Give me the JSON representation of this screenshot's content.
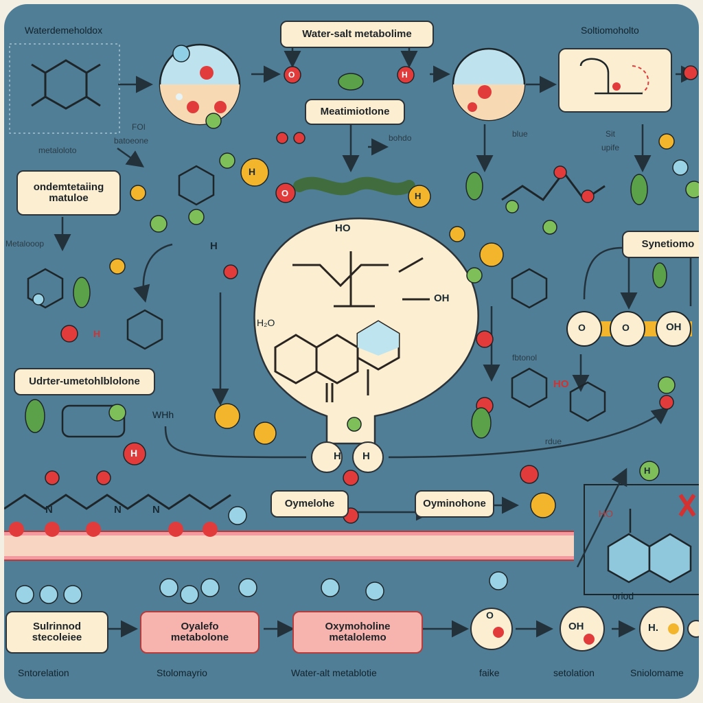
{
  "labels": {
    "top_left_title": "Waterdemeholdox",
    "top_center_title": "Water-salt metabolime",
    "top_right_title": "Soltiomoholto",
    "mid_center_box": "Meatimiotlone",
    "left_box_line1": "ondemtetaiing",
    "left_box_line2": "matuloe",
    "left_small_1": "metaloloto",
    "left_small_2": "Metalooop",
    "right_box": "Synetiomo",
    "left_mid_box": "Udrter-umetohlblolone",
    "bottom_center_box_1": "Oymelohe",
    "bottom_center_box_2": "Oyminohone",
    "right_small_label": "oriod",
    "upper_small_1": "FOI",
    "upper_small_2": "batoeone",
    "upper_small_3": "bohdo",
    "upper_small_4": "blue",
    "upper_small_5": "Sit",
    "upper_small_6": "upife",
    "mid_small_wh": "WHh",
    "mid_small_water": "H₂O",
    "mid_small_ho": "HO",
    "mid_small_fbtonol": "fbtonol",
    "mid_small_rdue": "rdue"
  },
  "bottom_flow": [
    {
      "line1": "Sulrinnod",
      "line2": "stecoleiee"
    },
    {
      "line1": "Oyalefo",
      "line2": "metabolone"
    },
    {
      "line1": "Oxymoholine",
      "line2": "metalolemo"
    }
  ],
  "bottom_circles": [
    "O",
    "OH",
    "H."
  ],
  "bottom_captions": [
    "Sntorelation",
    "Stolomayrio",
    "Water-alt metablotie",
    "faike",
    "setolation",
    "Sniolomame"
  ],
  "atom_labels": {
    "O": "O",
    "H": "H",
    "OH": "OH",
    "HO": "HO",
    "N": "N"
  },
  "colors": {
    "background": "#4f7e96",
    "oxygen_red": "#e23b3b",
    "yellow_atom": "#f3b52c",
    "green_atom": "#7fbf5a",
    "blue_atom": "#9ad2e6",
    "cream": "#fbeed1",
    "pink_band": "#f29aa0"
  }
}
